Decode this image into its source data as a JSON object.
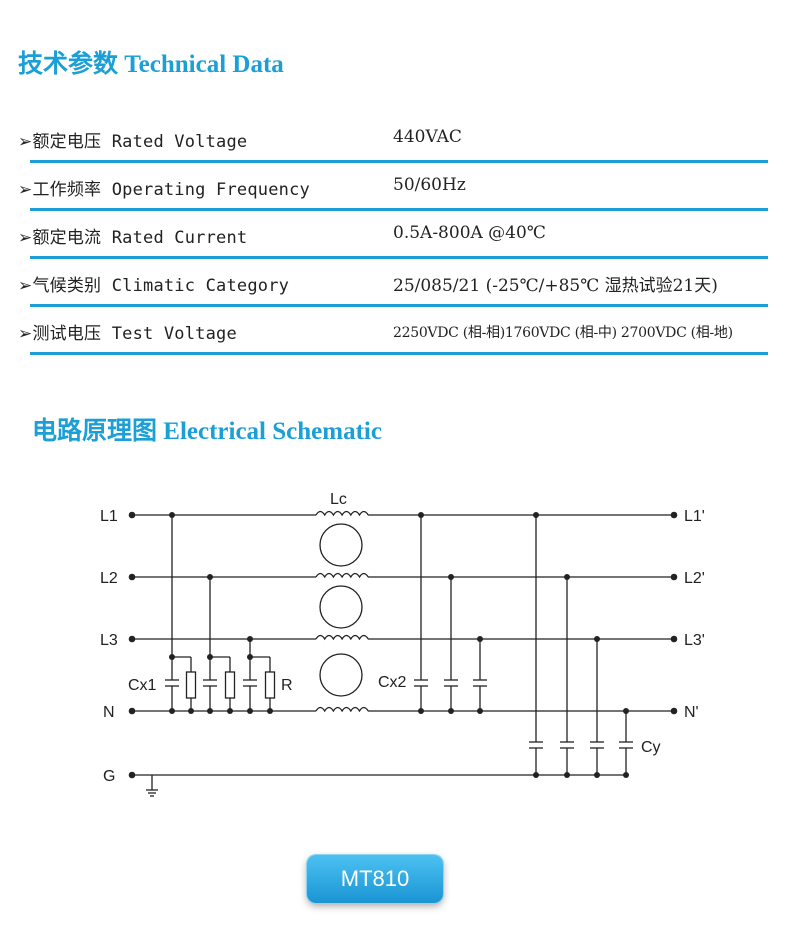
{
  "technical": {
    "title_zh": "技术参数",
    "title_en": "Technical Data",
    "rows": [
      {
        "label_zh": "额定电压",
        "label_en": "Rated Voltage",
        "value": "440VAC"
      },
      {
        "label_zh": "工作频率",
        "label_en": "Operating Frequency",
        "value": "50/60Hz"
      },
      {
        "label_zh": "额定电流",
        "label_en": "Rated Current",
        "value": "0.5A-800A @40℃"
      },
      {
        "label_zh": "气候类别",
        "label_en": "Climatic Category",
        "value": "25/085/21 (-25℃/+85℃ 湿热试验21天)"
      },
      {
        "label_zh": "测试电压",
        "label_en": "Test Voltage",
        "value": "2250VDC (相-相)1760VDC (相-中) 2700VDC (相-地)"
      }
    ],
    "arrow_glyph": "➢",
    "accent_color": "#1b9fd6"
  },
  "schematic": {
    "title_zh": "电路原理图",
    "title_en": "Electrical Schematic",
    "left_terminals": [
      "L1",
      "L2",
      "L3",
      "N",
      "G"
    ],
    "right_terminals": [
      "L1'",
      "L2'",
      "L3'",
      "N'"
    ],
    "labels": {
      "lc": "Lc",
      "cx1": "Cx1",
      "r": "R",
      "cx2": "Cx2",
      "cy": "Cy"
    }
  },
  "model": {
    "label": "MT810"
  }
}
